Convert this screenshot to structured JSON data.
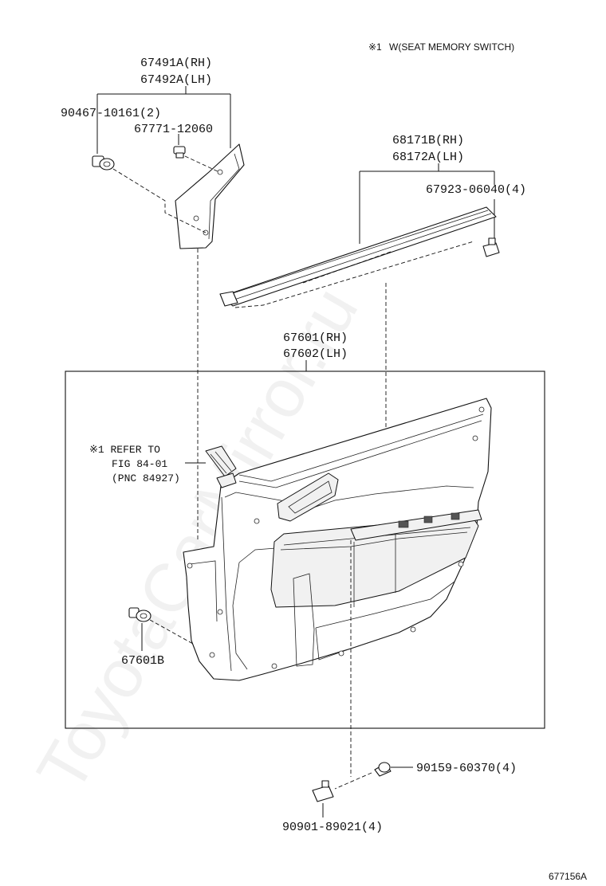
{
  "watermark": "ToyotaCarMirror.ru",
  "note": {
    "symbol": "※1",
    "text": "W(SEAT MEMORY SWITCH)"
  },
  "parts": {
    "pillar_garnish_rh": "67491A(RH)",
    "pillar_garnish_lh": "67492A(LH)",
    "garnish_clip": "90467-10161(2)",
    "garnish_pin": "67771-12060",
    "weatherstrip_rh": "68171B(RH)",
    "weatherstrip_lh": "68172A(LH)",
    "weatherstrip_clip": "67923-06040(4)",
    "door_trim_rh": "67601(RH)",
    "door_trim_lh": "67602(LH)",
    "trim_clip": "67601B",
    "screw": "90159-60370(4)",
    "retainer": "90901-89021(4)"
  },
  "reference": {
    "line1": "※1 REFER TO",
    "line2": "FIG 84-01",
    "line3": "(PNC 84927)"
  },
  "figure_id": "677156A"
}
